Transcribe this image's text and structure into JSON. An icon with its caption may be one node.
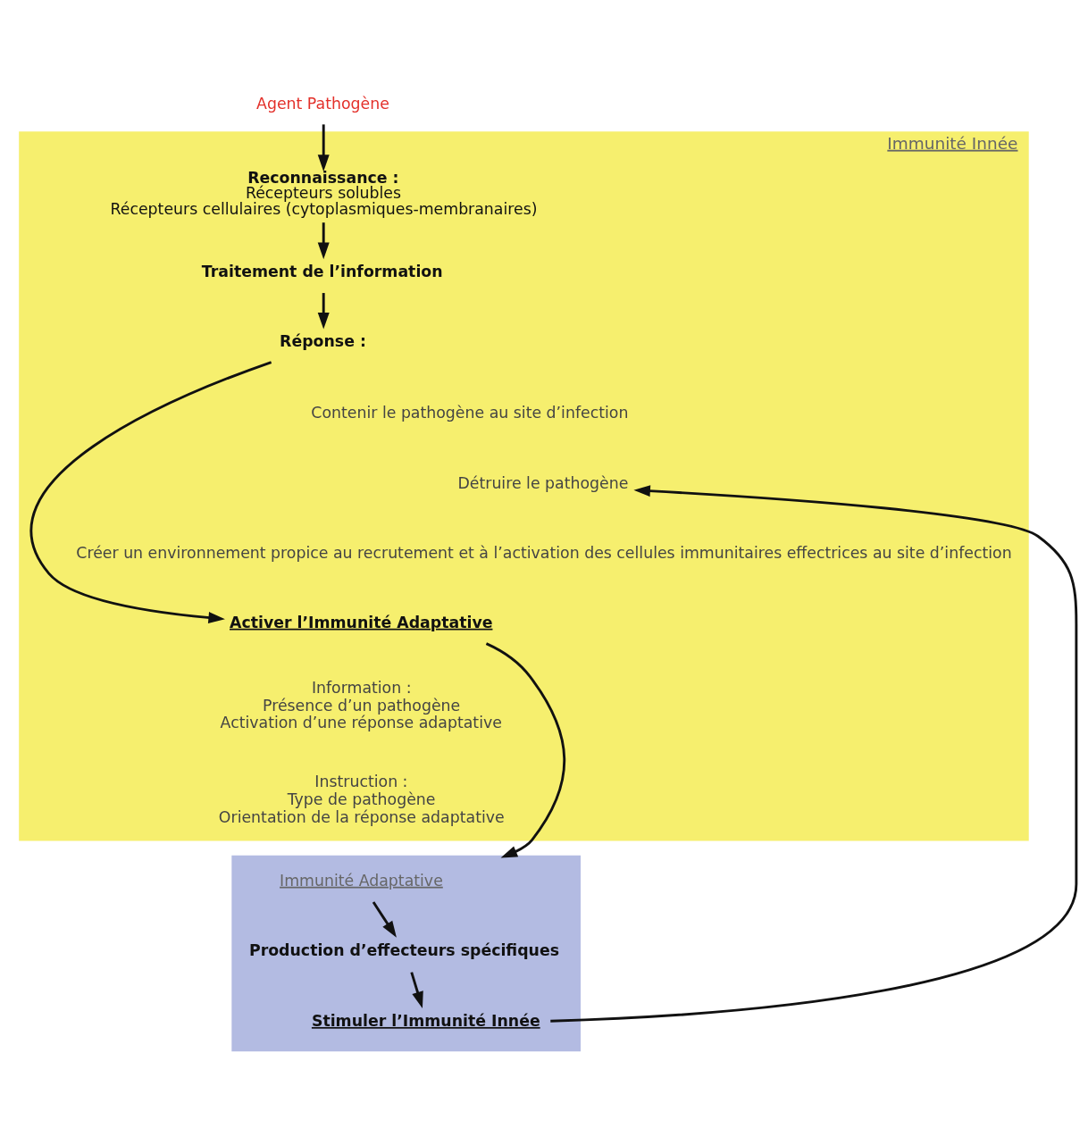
{
  "diagram": {
    "nodes": [
      {
        "text": [
          "Agent Pathogène"
        ]
      },
      {
        "text": [
          "Immunité Innée"
        ]
      },
      {
        "text": [
          "Reconnaissance :",
          "Récepteurs solubles",
          "Récepteurs cellulaires (cytoplasmiques-membranaires)"
        ],
        "in": 1
      },
      {
        "text": [
          "Traitement de l’information"
        ],
        "in": 1
      },
      {
        "text": [
          "Réponse :"
        ],
        "in": 1
      },
      {
        "text": [
          "Contenir le pathogène au site d’infection"
        ],
        "in": 1
      },
      {
        "text": [
          "Détruire le pathogène"
        ],
        "in": 1
      },
      {
        "text": [
          "Créer un environnement propice au recrutement et à l’activation des cellules immunitaires effectrices au site d’infection"
        ],
        "in": 1
      },
      {
        "text": [
          "Activer l’Immunité Adaptative"
        ],
        "in": 1
      },
      {
        "text": [
          "Information :",
          "Présence d’un pathogène",
          "Activation d’une réponse adaptative"
        ],
        "in": 1
      },
      {
        "text": [
          "Instruction :",
          "Type de pathogène",
          "Orientation de la réponse adaptative"
        ],
        "in": 1
      },
      {
        "text": [],
        "shape": "box"
      },
      {
        "text": [
          "Immunité Adaptative"
        ],
        "in": 11
      },
      {
        "text": [
          "Stimuler l’Immunité Innée"
        ],
        "in": 11
      },
      {
        "text": [
          "Production d’effecteurs spécifiques"
        ],
        "in": 11
      }
    ],
    "edges": [
      {
        "from": 0,
        "to": 2,
        "arrow": "to"
      },
      {
        "from": 2,
        "to": 3,
        "arrow": "to"
      },
      {
        "from": 3,
        "to": 4,
        "arrow": "to"
      },
      {
        "from": 4,
        "to": 8,
        "arrow": "to"
      },
      {
        "from": 8,
        "to": 11,
        "arrow": "to"
      },
      {
        "from": 12,
        "to": 14,
        "arrow": "to"
      },
      {
        "from": 14,
        "to": 13,
        "arrow": "to"
      },
      {
        "from": 13,
        "to": 6,
        "arrow": "to"
      }
    ]
  }
}
